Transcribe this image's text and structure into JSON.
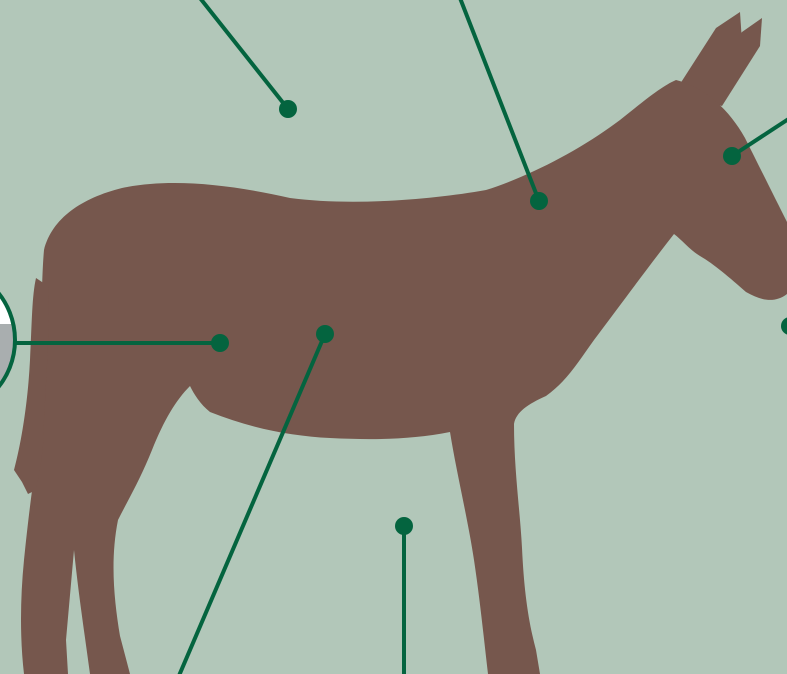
{
  "diagram": {
    "subject": "donkey",
    "colors": {
      "background": "#b2c7b9",
      "silhouette": "#76574d",
      "leader": "#04643f",
      "inset_fill": "#ffffff",
      "inset_band": "#a9aeaf"
    },
    "callouts": [
      {
        "id": "back",
        "label": ""
      },
      {
        "id": "withers",
        "label": ""
      },
      {
        "id": "eye",
        "label": ""
      },
      {
        "id": "muzzle",
        "label": ""
      },
      {
        "id": "flank",
        "label": ""
      },
      {
        "id": "belly",
        "label": ""
      },
      {
        "id": "legs",
        "label": ""
      }
    ]
  }
}
